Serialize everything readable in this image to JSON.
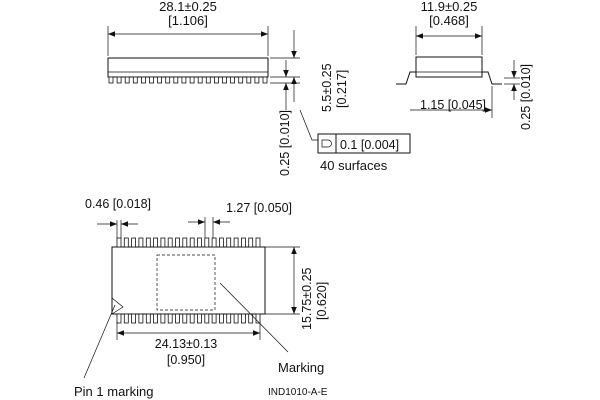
{
  "side_view": {
    "length_mm": "28.1±0.25",
    "length_in": "[1.106]",
    "height_mm": "5.5±0.25",
    "height_in": "[0.217]",
    "standoff": "0.25 [0.010]"
  },
  "end_view": {
    "width_mm": "11.9±0.25",
    "width_in": "[0.468]",
    "lead": "1.15 [0.045]",
    "standoff": "0.25 [0.010]"
  },
  "flatness": {
    "value": "0.1 [0.004]",
    "note": "40 surfaces"
  },
  "top_view": {
    "lead_width": "0.46 [0.018]",
    "pitch": "1.27 [0.050]",
    "width_mm": "15.75±0.25",
    "width_in": "[0.620]",
    "span_mm": "24.13±0.13",
    "span_in": "[0.950]",
    "marking_label": "Marking",
    "pin1_label": "Pin 1 marking"
  },
  "drawing_id": "IND1010-A-E",
  "pins_per_side": 20
}
